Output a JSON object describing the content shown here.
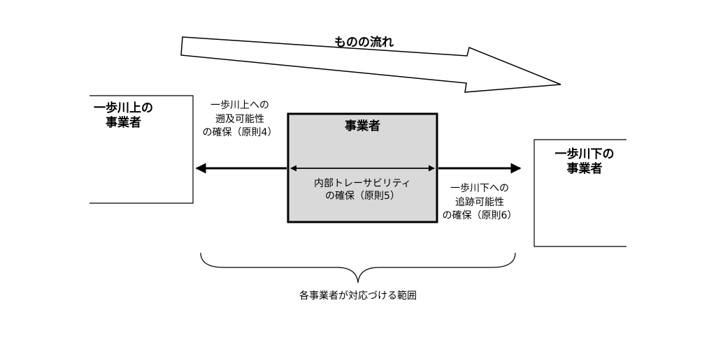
{
  "flow_label": "ものの流れ",
  "upstream_box": {
    "lines": [
      "一歩川上の",
      "事業者"
    ]
  },
  "business_box": {
    "title": "事業者",
    "internal_lines": [
      "内部トレーサビリティ",
      "の確保（原則5）"
    ]
  },
  "downstream_box": {
    "lines": [
      "一歩川下の",
      "事業者"
    ]
  },
  "upstream_trace_label": {
    "lines": [
      "一歩川上への",
      "遡及可能性",
      "の確保（原則4）"
    ]
  },
  "downstream_trace_label": {
    "lines": [
      "一歩川下への",
      "追跡可能性",
      "の確保（原則6）"
    ]
  },
  "scope_label": "各事業者が対応づける範囲",
  "colors": {
    "business_fill": "#d9d9d9",
    "stroke": "#000000",
    "background": "#ffffff"
  }
}
